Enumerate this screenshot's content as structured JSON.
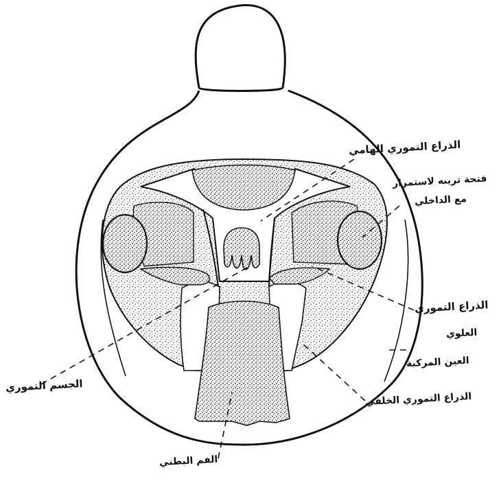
{
  "diagram": {
    "labels": {
      "sclerite_front": "الذراع التموري الهامي",
      "ring_hole_line1": "فتحة ترينه لاستمرار",
      "ring_hole_line2": "مع الداخلي",
      "upper_sclerite_line1": "الذراع التموري",
      "upper_sclerite_line2": "العلوي",
      "compound_eye": "العين المركبة",
      "rear_sclerite": "الذراع التموري الخلفي",
      "central_body": "الجسم التموري",
      "ventral_mouth": "الفم البطني"
    },
    "colors": {
      "ink": "#111111",
      "paper": "#ffffff"
    }
  }
}
